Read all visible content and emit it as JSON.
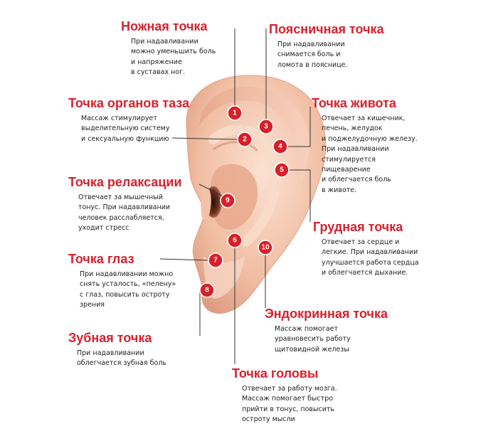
{
  "points": [
    {
      "num": "1",
      "title": "Ножная точка",
      "text": "При надавливании\nможно уменьшить боль\nи напряжение\nв суставах ног."
    },
    {
      "num": "3",
      "title": "Поясничная точка",
      "text": "При надавливании\nснимается боль и\nломота в пояснице."
    },
    {
      "num": "2",
      "title": "Точка органов таза",
      "text": "Массаж стимулирует\nвыделительную систему\nи сексуальную функцию"
    },
    {
      "num": "4",
      "title": "Точка живота",
      "text": "Отвечает за кишечник,\nпечень, желудок\nи поджелудочную железу.\nПри надавливании\nстимулируется\nпищеварение\nи облегчается боль\nв животе."
    },
    {
      "num": "9",
      "title": "Точка релаксации",
      "text": "Отвечает за мышечный\nтонус. При надавливании\nчеловек расслабляется,\nуходит стресс"
    },
    {
      "num": "5",
      "title": "Грудная точка",
      "text": "Отвечает за сердце и\nлегкие. При надавливании\nулучшается работа сердца\nи облегчается дыхание."
    },
    {
      "num": "7",
      "title": "Точка глаз",
      "text": "При надавливании можно\nснять усталость, «пелену»\nс глаз, повысить остроту\nзрения"
    },
    {
      "num": "10",
      "title": "Эндокринная точка",
      "text": "Массаж помогает\nуравновесить работу\nщитовидной железы"
    },
    {
      "num": "8",
      "title": "Зубная точка",
      "text": "При надавливании\nоблегчается зубная боль"
    },
    {
      "num": "6",
      "title": "Точка головы",
      "text": "Отвечает за работу мозга.\nМассаж помогает быстро\nприйти в тонус, повысить\nостроту мысли"
    }
  ],
  "colors": {
    "accent": "#d6222e",
    "marker": "#d81f2a",
    "skin": "#f3c3a8",
    "skin_dark": "#c98266"
  }
}
